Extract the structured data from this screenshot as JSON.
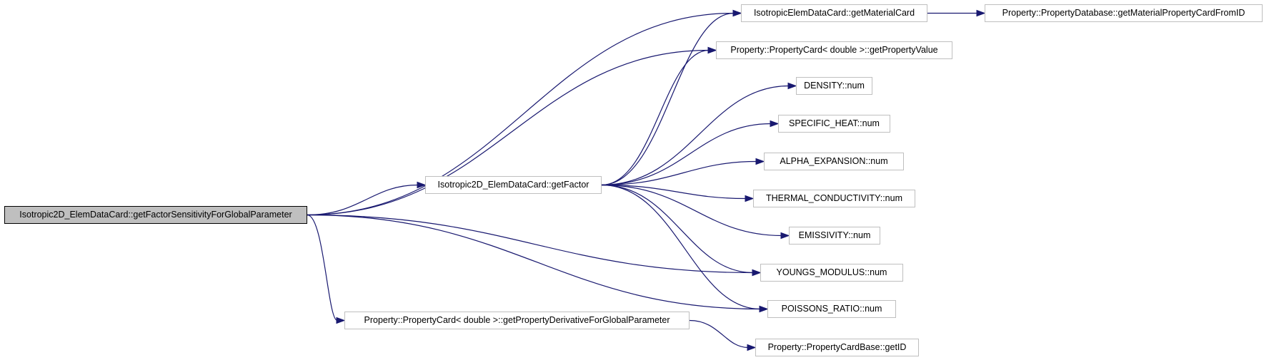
{
  "diagram": {
    "edge_color": "#191970",
    "root_fill": "#bfbfbf",
    "nodes": {
      "root": "Isotropic2D_ElemDataCard::getFactorSensitivityForGlobalParameter",
      "getFactor": "Isotropic2D_ElemDataCard::getFactor",
      "getMaterialCard": "IsotropicElemDataCard::getMaterialCard",
      "getMaterialPropertyCardFromID": "Property::PropertyDatabase::getMaterialPropertyCardFromID",
      "getPropertyValue": "Property::PropertyCard< double >::getPropertyValue",
      "density": "DENSITY::num",
      "specificHeat": "SPECIFIC_HEAT::num",
      "alphaExpansion": "ALPHA_EXPANSION::num",
      "thermalConductivity": "THERMAL_CONDUCTIVITY::num",
      "emissivity": "EMISSIVITY::num",
      "youngsModulus": "YOUNGS_MODULUS::num",
      "poissonsRatio": "POISSONS_RATIO::num",
      "getPropertyDerivative": "Property::PropertyCard< double >::getPropertyDerivativeForGlobalParameter",
      "getID": "Property::PropertyCardBase::getID"
    },
    "edges": [
      [
        "root",
        "getMaterialCard"
      ],
      [
        "root",
        "getPropertyValue"
      ],
      [
        "root",
        "getFactor"
      ],
      [
        "root",
        "youngsModulus"
      ],
      [
        "root",
        "poissonsRatio"
      ],
      [
        "root",
        "getPropertyDerivative"
      ],
      [
        "getFactor",
        "getMaterialCard"
      ],
      [
        "getFactor",
        "getPropertyValue"
      ],
      [
        "getFactor",
        "density"
      ],
      [
        "getFactor",
        "specificHeat"
      ],
      [
        "getFactor",
        "alphaExpansion"
      ],
      [
        "getFactor",
        "thermalConductivity"
      ],
      [
        "getFactor",
        "emissivity"
      ],
      [
        "getFactor",
        "youngsModulus"
      ],
      [
        "getFactor",
        "poissonsRatio"
      ],
      [
        "getMaterialCard",
        "getMaterialPropertyCardFromID"
      ],
      [
        "getPropertyDerivative",
        "getID"
      ]
    ]
  }
}
